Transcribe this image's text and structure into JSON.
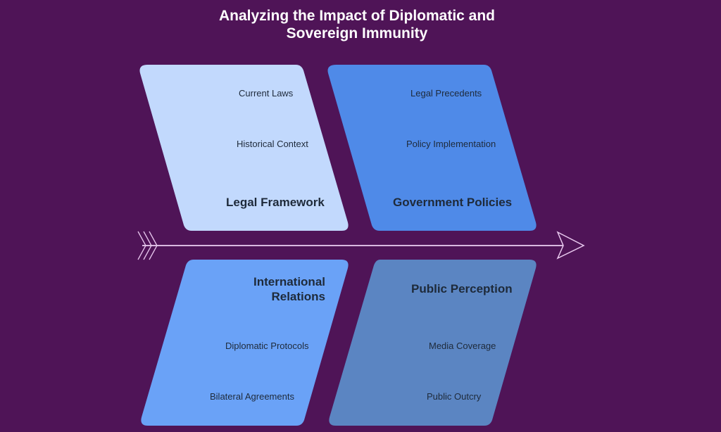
{
  "title": {
    "line1": "Analyzing the Impact of Diplomatic and",
    "line2": "Sovereign Immunity"
  },
  "colors": {
    "background": "#4f1457",
    "legal_framework": "#c2d9fd",
    "government_policies": "#4f8ae8",
    "international_relations": "#6aa2f7",
    "public_perception": "#5b85c2",
    "spine": "#e8c8ee",
    "text": "#1e2a3a"
  },
  "spine": {
    "icon": "arrow-right-icon",
    "tail_icon": "chevron-fletching-icon"
  },
  "categories": [
    {
      "id": "legal-framework",
      "heading": "Legal Framework",
      "items": [
        "Current Laws",
        "Historical Context"
      ]
    },
    {
      "id": "government-policies",
      "heading": "Government Policies",
      "items": [
        "Legal Precedents",
        "Policy Implementation"
      ]
    },
    {
      "id": "international-relations",
      "heading_line1": "International",
      "heading_line2": "Relations",
      "items": [
        "Diplomatic Protocols",
        "Bilateral Agreements"
      ]
    },
    {
      "id": "public-perception",
      "heading": "Public Perception",
      "items": [
        "Media Coverage",
        "Public Outcry"
      ]
    }
  ]
}
